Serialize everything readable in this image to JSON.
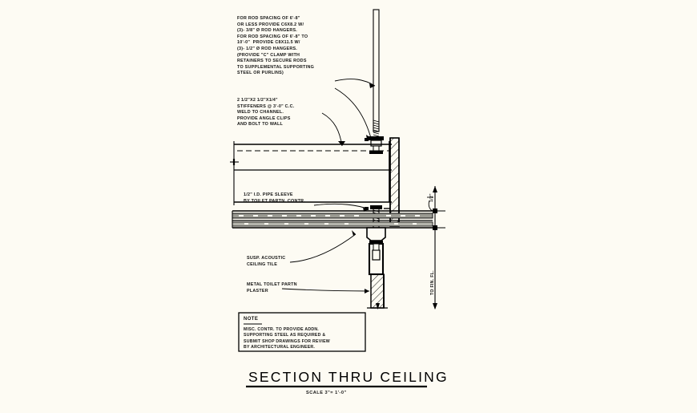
{
  "drawing": {
    "title": "SECTION THRU CEILING",
    "scale": "SCALE 3\"= 1'-0\"",
    "background_color": "#fdfbf3",
    "line_color": "#000000"
  },
  "annotations": {
    "rod_spacing_note": "FOR ROD SPACING OF 6'-8\"\nOR LESS PROVIDE C6X8.2 W/\n(3)- 3/8\" Ø ROD HANGERS.\nFOR ROD SPACING OF 6'-8\" TO\n10'-0\"  PROVIDE C8X11.5 W/\n(3)- 1/2\" Ø ROD HANGERS.\n(PROVIDE \"C\" CLAMP WITH\nRETAINERS TO SECURE RODS\nTO SUPPLEMENTAL SUPPORTING\nSTEEL OR PURLINS)",
    "stiffener_note": "2 1/2\"X2 1/2\"X1/4\"\nSTIFFENERS @ 3'-0\" C.C.\nWELD TO CHANNEL.\nPROVIDE ANGLE CLIPS\nAND BOLT TO WALL",
    "pipe_sleeve_note": "1/2\" I.D. PIPE SLEEVE\nBY TOILET PARTN. CONTR.",
    "ceiling_tile_note": "SUSP. ACOUSTIC\nCEILING TILE",
    "partition_note": "METAL TOILET PARTN\nPLASTER"
  },
  "note_box": {
    "heading": "NOTE",
    "body": "MISC. CONTR. TO PROVIDE ADDN.\nSUPPORTING STEEL AS REQUIRED &\nSUBMIT SHOP DRAWINGS FOR REVIEW\nBY ARCHITECTURAL ENGINEER."
  },
  "dimensions": {
    "small_vertical": "1/2\"",
    "floor_vertical": "TO FIN. FL."
  }
}
